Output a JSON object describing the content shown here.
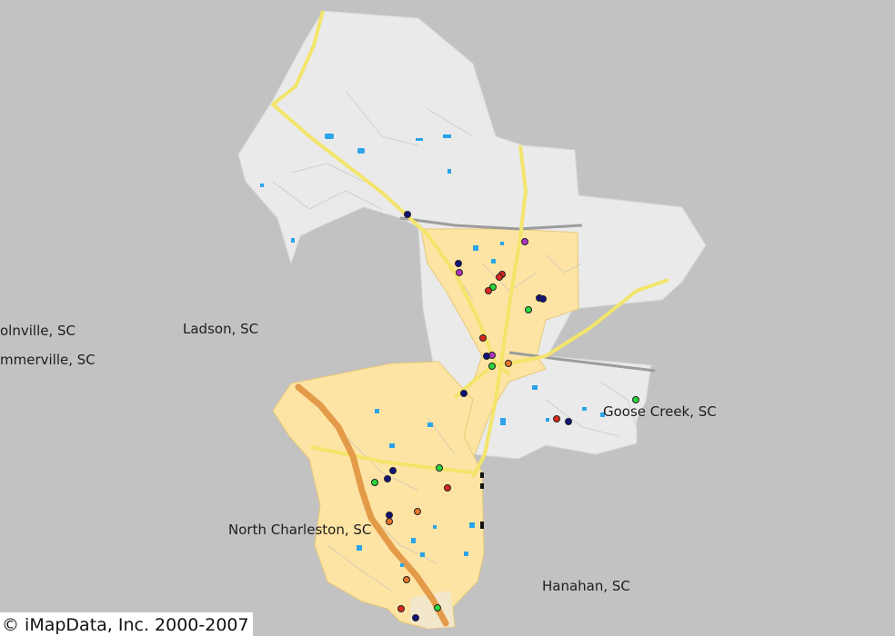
{
  "map": {
    "copyright": "© iMapData, Inc. 2000-2007",
    "place_labels": {
      "summerville_clipped": "olnville, SC",
      "summerville": "mmerville, SC",
      "ladson": "Ladson, SC",
      "goose_creek": "Goose Creek, SC",
      "north_charleston": "North Charleston, SC",
      "hanahan": "Hanahan, SC"
    },
    "colors": {
      "background_gray": "#c2c2c2",
      "region_light": "#eaeaea",
      "region_highlight": "#fde4a4",
      "road_yellow": "#f3e56b",
      "interstate_orange": "#e39a49",
      "water": "#2ba4e8",
      "marker_blue": "#11117a",
      "marker_green": "#27d73a",
      "marker_red": "#d9291e",
      "marker_orange": "#e6742a",
      "marker_purple": "#b034c5"
    },
    "marker_count": 35
  }
}
